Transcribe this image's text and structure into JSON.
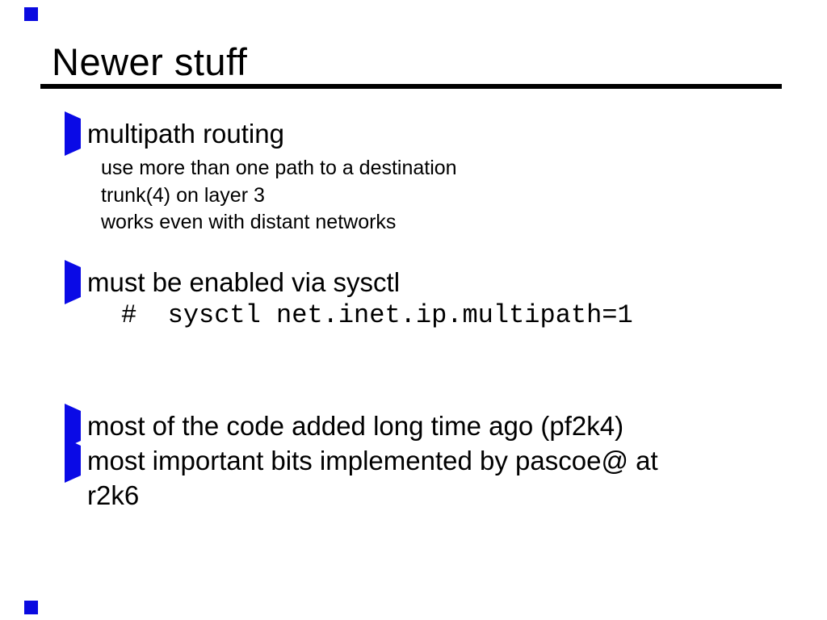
{
  "slide": {
    "title": "Newer stuff",
    "section_multipath": {
      "heading": "multipath routing",
      "subs": [
        "use more than one path to a destination",
        "trunk(4) on layer 3",
        "works even with distant networks"
      ]
    },
    "section_sysctl": {
      "heading": "must be enabled via sysctl",
      "code": "#  sysctl net.inet.ip.multipath=1"
    },
    "section_history": {
      "line1": "most of the code added long time ago (pf2k4)",
      "line2": "most important bits implemented by pascoe@ at",
      "line2_continuation": "r2k6"
    }
  },
  "colors": {
    "accent_blue": "#0a0ae6",
    "text": "#000000",
    "background": "#ffffff"
  },
  "icons": {
    "level1_bullet": "triangle-right",
    "level2_bullet": "dot",
    "corner_decoration": "blue-square"
  }
}
